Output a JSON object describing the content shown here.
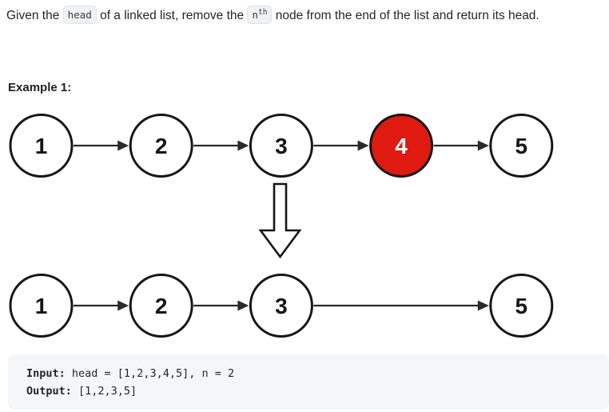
{
  "statement": {
    "part1": "Given the ",
    "code_head": "head",
    "part2": " of a linked list, remove the ",
    "code_n_base": "n",
    "code_n_sup": "th",
    "part3": " node from the end of the list and return its head."
  },
  "example": {
    "label": "Example 1:"
  },
  "diagram": {
    "colors": {
      "stroke": "#161616",
      "node_fill": "#ffffff",
      "node_text": "#161616",
      "highlight_fill": "#de1a11",
      "highlight_text": "#ffffff",
      "arrow": "#2a2a2a"
    },
    "top_list": [
      {
        "value": "1",
        "slot": 0
      },
      {
        "value": "2",
        "slot": 1
      },
      {
        "value": "3",
        "slot": 2
      },
      {
        "value": "4",
        "slot": 3,
        "highlight": true
      },
      {
        "value": "5",
        "slot": 4
      }
    ],
    "bottom_list": [
      {
        "value": "1",
        "slot": 0
      },
      {
        "value": "2",
        "slot": 1
      },
      {
        "value": "3",
        "slot": 2
      },
      {
        "value": "5",
        "slot": 4
      }
    ],
    "transform_arrow_icon": "down-arrow"
  },
  "example_io": {
    "input_label": "Input:",
    "input_value": " head = [1,2,3,4,5], n = 2",
    "output_label": "Output:",
    "output_value": " [1,2,3,5]"
  }
}
